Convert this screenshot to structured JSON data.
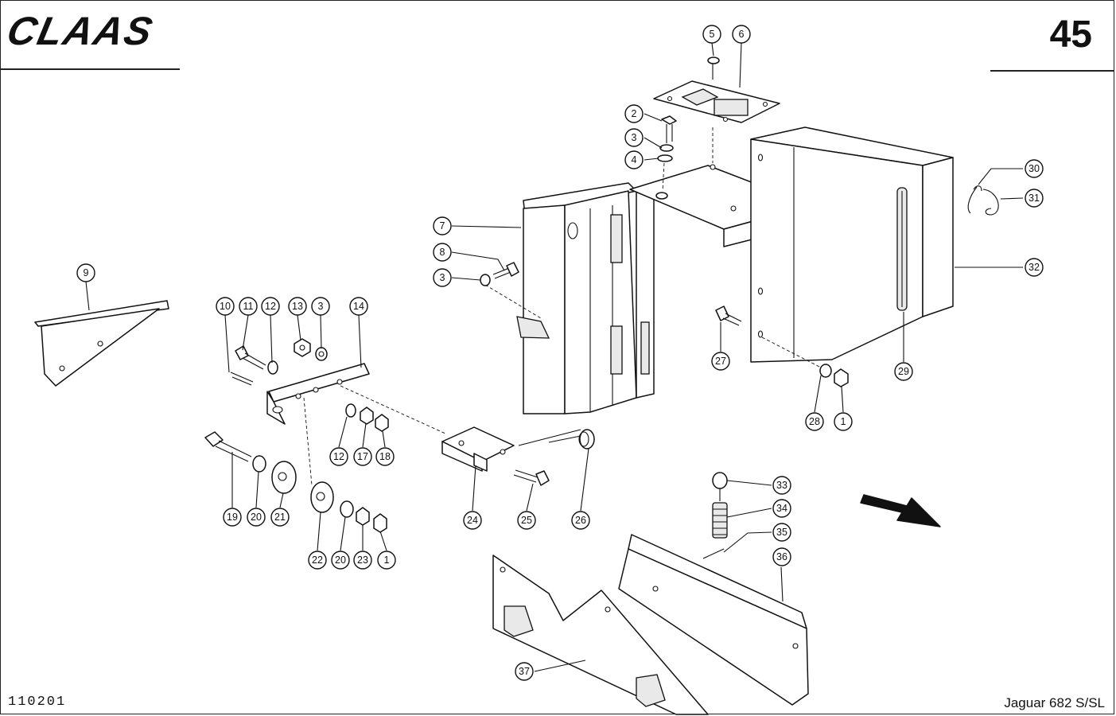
{
  "header": {
    "brand": "CLAAS",
    "page_number": "45"
  },
  "footer": {
    "drawing_id": "110201",
    "model": "Jaguar 682 S/SL"
  },
  "callouts": [
    {
      "label": "5"
    },
    {
      "label": "6"
    },
    {
      "label": "2"
    },
    {
      "label": "3"
    },
    {
      "label": "4"
    },
    {
      "label": "7"
    },
    {
      "label": "8"
    },
    {
      "label": "3"
    },
    {
      "label": "9"
    },
    {
      "label": "10"
    },
    {
      "label": "11"
    },
    {
      "label": "12"
    },
    {
      "label": "13"
    },
    {
      "label": "3"
    },
    {
      "label": "14"
    },
    {
      "label": "12"
    },
    {
      "label": "17"
    },
    {
      "label": "18"
    },
    {
      "label": "19"
    },
    {
      "label": "20"
    },
    {
      "label": "21"
    },
    {
      "label": "22"
    },
    {
      "label": "20"
    },
    {
      "label": "23"
    },
    {
      "label": "1"
    },
    {
      "label": "24"
    },
    {
      "label": "25"
    },
    {
      "label": "26"
    },
    {
      "label": "27"
    },
    {
      "label": "28"
    },
    {
      "label": "1"
    },
    {
      "label": "29"
    },
    {
      "label": "30"
    },
    {
      "label": "31"
    },
    {
      "label": "32"
    },
    {
      "label": "33"
    },
    {
      "label": "34"
    },
    {
      "label": "35"
    },
    {
      "label": "36"
    },
    {
      "label": "37"
    }
  ]
}
